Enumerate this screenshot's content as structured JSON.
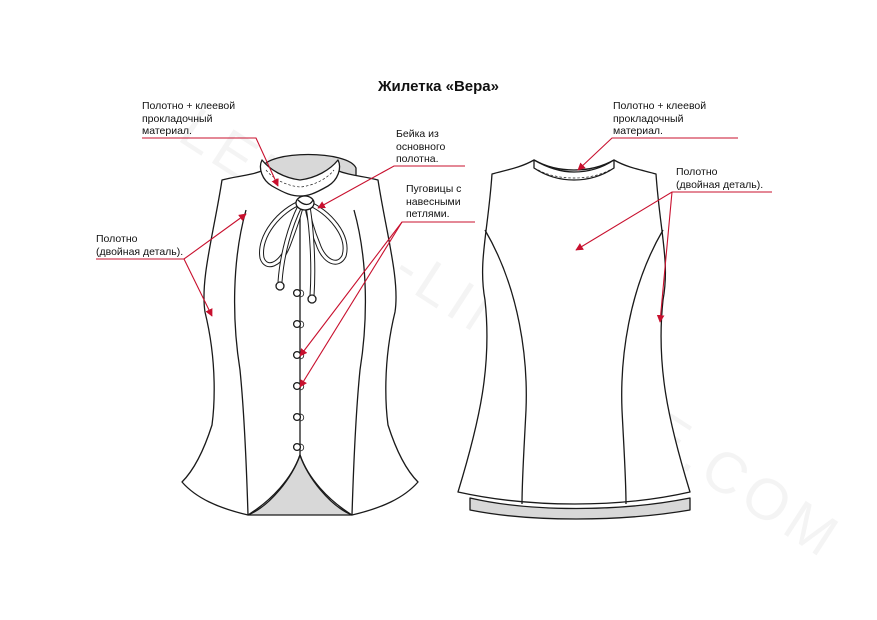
{
  "title": "Жилетка «Вера»",
  "watermark": "LEKALA-LINGERIE.COM",
  "colors": {
    "outline": "#1a1a1a",
    "lining": "#d8d8d8",
    "pointer": "#c8102e",
    "background": "#ffffff"
  },
  "front": {
    "label_collar": {
      "lines": [
        "Полотно + клеевой",
        "прокладочный",
        "материал."
      ]
    },
    "label_binding": {
      "lines": [
        "Бейка из",
        "основного",
        "полотна."
      ]
    },
    "label_buttons": {
      "lines": [
        "Пуговицы с",
        "навесными",
        "петлями."
      ]
    },
    "label_shell": {
      "lines": [
        "Полотно",
        "(двойная деталь)."
      ]
    }
  },
  "back": {
    "label_collar": {
      "lines": [
        "Полотно + клеевой",
        "прокладочный",
        "материал."
      ]
    },
    "label_shell": {
      "lines": [
        "Полотно",
        "(двойная деталь)."
      ]
    }
  }
}
